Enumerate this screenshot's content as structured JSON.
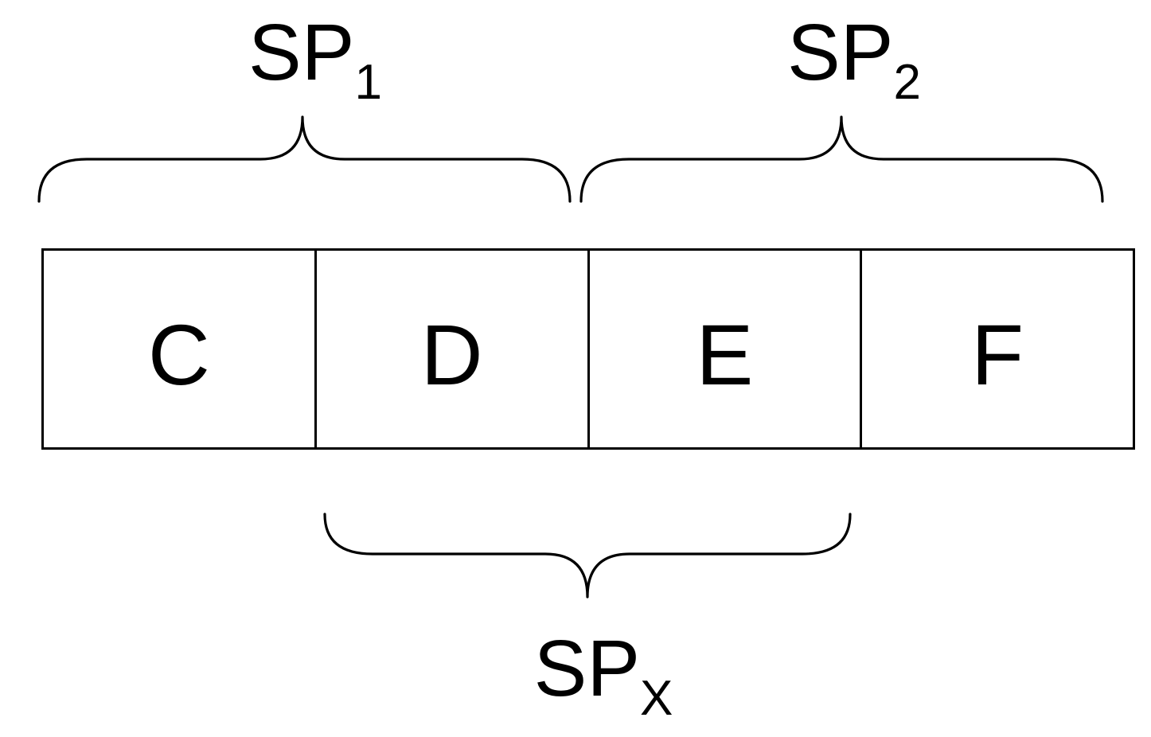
{
  "page": {
    "background_color": "#ffffff",
    "line_color": "#000000",
    "text_color": "#000000"
  },
  "cells": [
    {
      "label": "C"
    },
    {
      "label": "D"
    },
    {
      "label": "E"
    },
    {
      "label": "F"
    }
  ],
  "annotations": {
    "sp1": {
      "base": "SP",
      "subscript": "1",
      "spans_cells": "C,D",
      "position": "above"
    },
    "sp2": {
      "base": "SP",
      "subscript": "2",
      "spans_cells": "E,F",
      "position": "above"
    },
    "spx": {
      "base": "SP",
      "subscript": "X",
      "spans_cells": "D,E",
      "position": "below"
    }
  }
}
